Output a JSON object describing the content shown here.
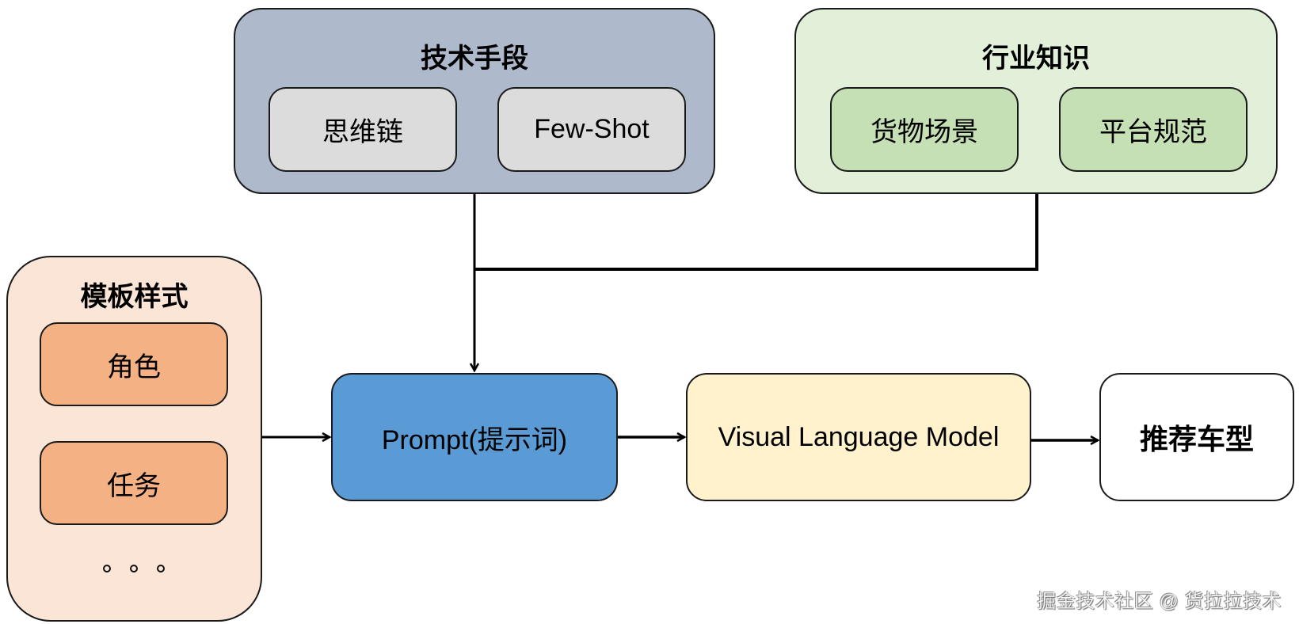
{
  "groups": {
    "tech": {
      "title": "技术手段",
      "items": [
        "思维链",
        "Few-Shot"
      ],
      "fill": "#aeb9cc",
      "item_fill": "#dcdcdc"
    },
    "industry": {
      "title": "行业知识",
      "items": [
        "货物场景",
        "平台规范"
      ],
      "fill": "#e2efd9",
      "item_fill": "#c5e0b4"
    },
    "template": {
      "title": "模板样式",
      "items": [
        "角色",
        "任务"
      ],
      "ellipsis": "。。。",
      "fill": "#fbe5d6",
      "item_fill": "#f4b183"
    }
  },
  "flow": {
    "prompt": {
      "label": "Prompt(提示词)",
      "fill": "#5b9bd5"
    },
    "vlm": {
      "label": "Visual Language Model",
      "fill": "#fff2cc"
    },
    "output": {
      "label": "推荐车型",
      "fill": "#ffffff"
    }
  },
  "watermark": "掘金技术社区 @ 货拉拉技术"
}
